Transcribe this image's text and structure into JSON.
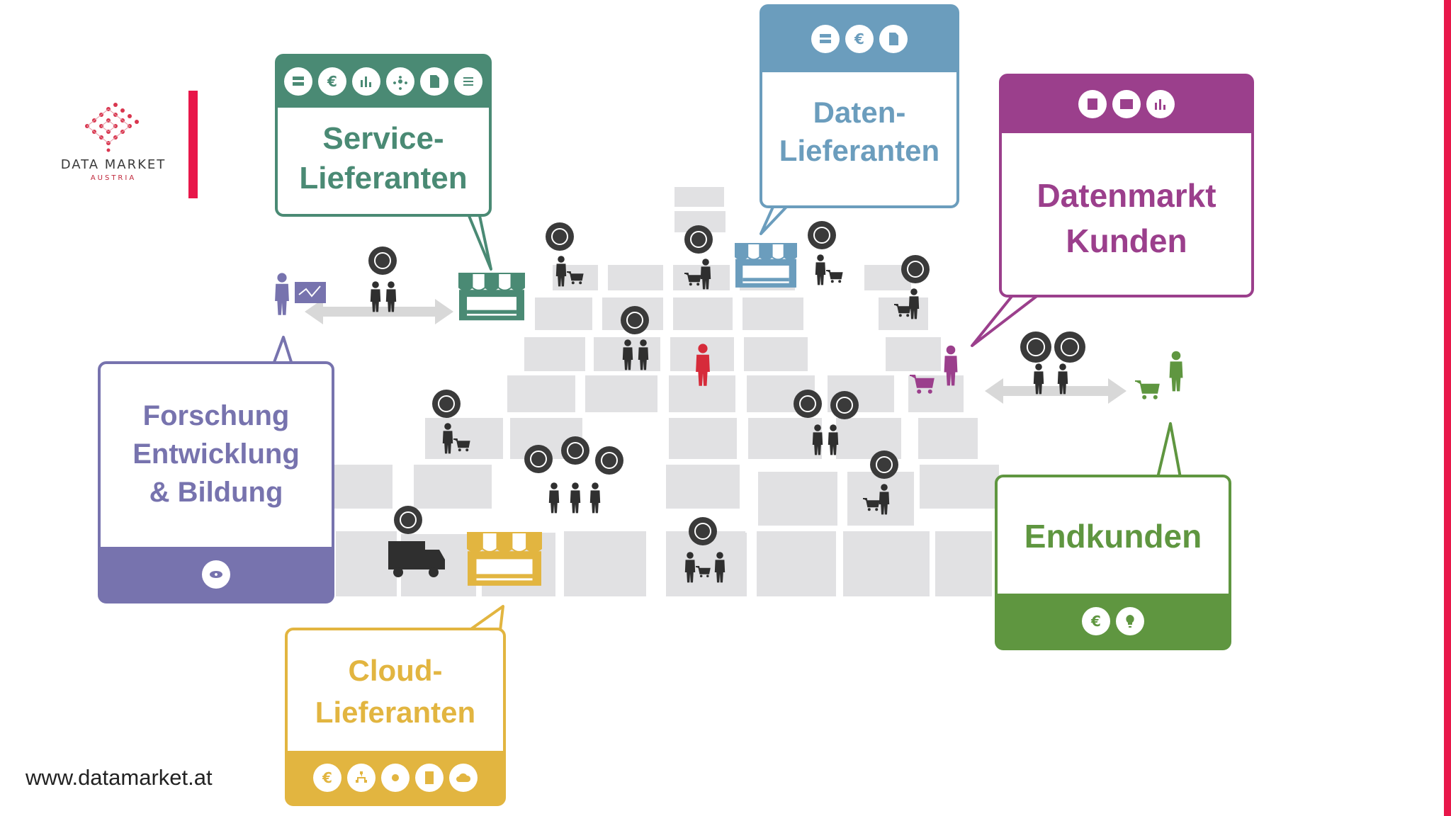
{
  "logo": {
    "word": "DATA MARKET",
    "sub": "AUSTRIA"
  },
  "website": "www.datamarket.at",
  "colors": {
    "accent_red": "#e8174a",
    "service": "#4a8a74",
    "daten": "#6b9dbd",
    "datenmarkt": "#9b3f8c",
    "forschung": "#7773ae",
    "cloud": "#e2b540",
    "endkunden": "#5f9640",
    "tile": "#e1e1e3",
    "figure": "#2f2f2f"
  },
  "callouts": {
    "service": {
      "line1": "Service-",
      "line2": "Lieferanten",
      "icons": [
        "server-icon",
        "euro-icon",
        "chart-icon",
        "network-icon",
        "document-icon",
        "list-icon"
      ]
    },
    "daten": {
      "line1": "Daten-",
      "line2": "Lieferanten",
      "icons": [
        "server-icon",
        "euro-icon",
        "document-icon"
      ]
    },
    "datenmarkt": {
      "line1": "Datenmarkt",
      "line2": "Kunden",
      "icons": [
        "report-icon",
        "code-icon",
        "chart-icon"
      ]
    },
    "forschung": {
      "line1": "Forschung",
      "line2": "Entwicklung",
      "line3": "& Bildung",
      "icons": [
        "atom-icon"
      ]
    },
    "cloud": {
      "line1": "Cloud-",
      "line2": "Lieferanten",
      "icons": [
        "euro-icon",
        "hierarchy-icon",
        "gears-icon",
        "tablet-icon",
        "cloud-icon"
      ]
    },
    "endkunden": {
      "line1": "Endkunden",
      "icons": [
        "euro-icon",
        "lightbulb-icon"
      ]
    }
  },
  "icon_glyphs": {
    "euro": "€"
  }
}
